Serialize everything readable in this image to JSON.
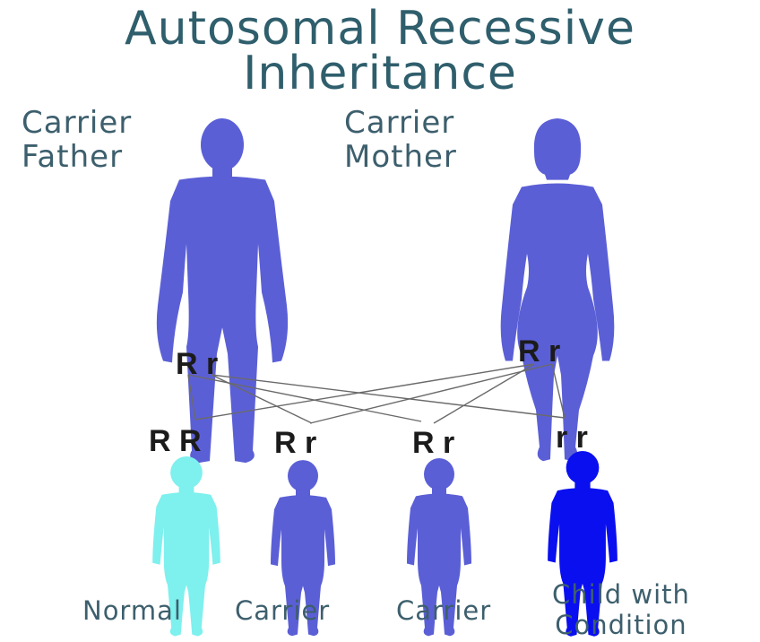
{
  "title": {
    "line1": "Autosomal Recessive",
    "line2": "Inheritance"
  },
  "parents": {
    "father": {
      "label_line1": "Carrier",
      "label_line2": "Father",
      "genotype": "R r",
      "color": "#5b5fd6"
    },
    "mother": {
      "label_line1": "Carrier",
      "label_line2": "Mother",
      "genotype": "R r",
      "color": "#5b5fd6"
    }
  },
  "children": [
    {
      "genotype": "R R",
      "label_line1": "Normal",
      "label_line2": "",
      "color": "#7ef0ee"
    },
    {
      "genotype": "R r",
      "label_line1": "Carrier",
      "label_line2": "",
      "color": "#5b5fd6"
    },
    {
      "genotype": "R r",
      "label_line1": "Carrier",
      "label_line2": "",
      "color": "#5b5fd6"
    },
    {
      "genotype": "r r",
      "label_line1": "Child with",
      "label_line2": "Condition",
      "color": "#0a0ff0"
    }
  ]
}
